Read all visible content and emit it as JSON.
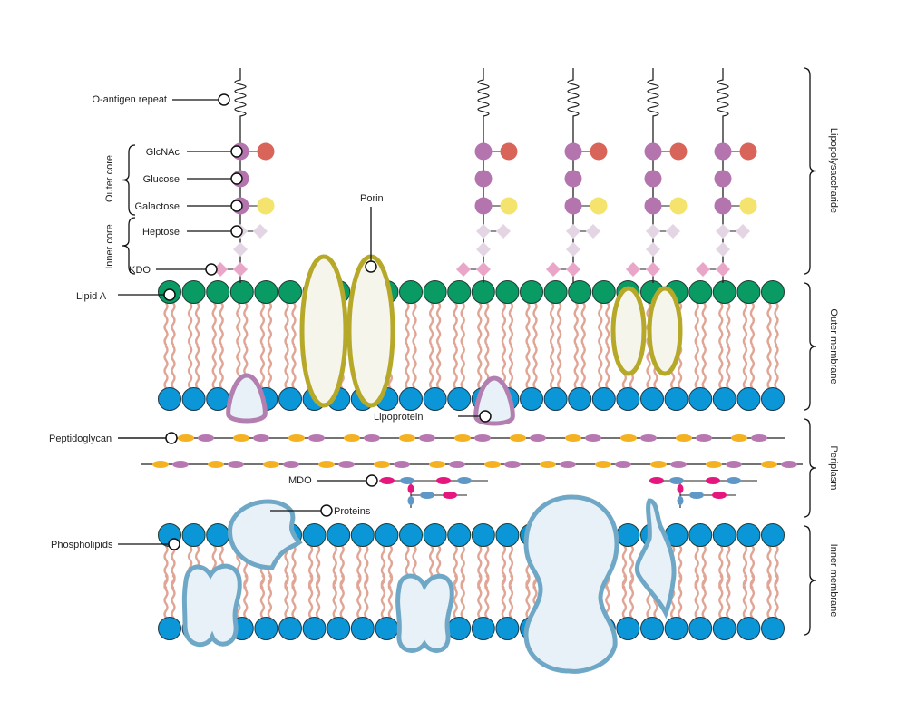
{
  "labels": {
    "o_antigen": "O-antigen repeat",
    "glcnac": "GlcNAc",
    "glucose": "Glucose",
    "galactose": "Galactose",
    "heptose": "Heptose",
    "kdo": "KDO",
    "lipid_a": "Lipid A",
    "porin": "Porin",
    "lipoprotein": "Lipoprotein",
    "peptidoglycan": "Peptidoglycan",
    "mdo": "MDO",
    "proteins": "Proteins",
    "phospholipids": "Phospholipids",
    "outer_core": "Outer core",
    "inner_core": "Inner core"
  },
  "regions": {
    "lps": "Lipopolysaccharide",
    "outer_membrane": "Outer membrane",
    "periplasm": "Periplasm",
    "inner_membrane": "Inner membrane"
  },
  "colors": {
    "lipid_a_head": "#0a9a63",
    "phospholipid_head": "#0b96d8",
    "tail": "#e0a595",
    "porin": "#b6a829",
    "lipoprotein": "#b27fb0",
    "protein": "#6fa8c6",
    "glcnac_branch": "#d9645a",
    "galactose_branch": "#f4e36d",
    "core_sugar": "#b474ad",
    "heptose": "#e4d5e4",
    "kdo": "#e9a6c9",
    "pg_orange": "#f4b223",
    "pg_purple": "#b778b2",
    "mdo_pink": "#e5177e",
    "mdo_blue": "#5f97c6"
  }
}
